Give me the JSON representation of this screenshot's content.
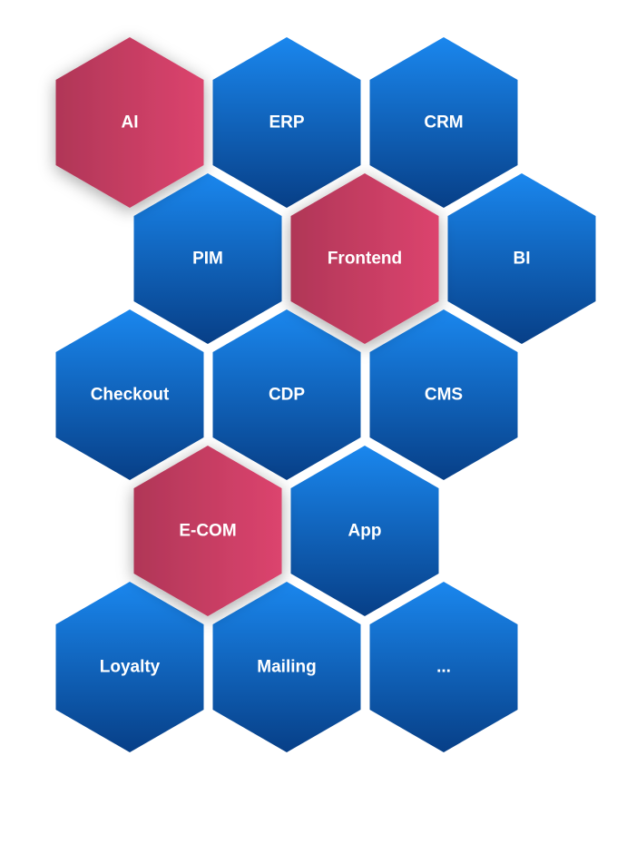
{
  "colors": {
    "blue_top": "#1A87EE",
    "blue_bottom": "#073F87",
    "pink_left": "#B03657",
    "pink_right": "#DC446E",
    "label": "#FFFFFF",
    "background": "#FFFFFF"
  },
  "hexagons": [
    {
      "id": "ai",
      "label": "AI",
      "style": "highlight",
      "row": 0,
      "col": 0
    },
    {
      "id": "erp",
      "label": "ERP",
      "style": "standard",
      "row": 0,
      "col": 1
    },
    {
      "id": "crm",
      "label": "CRM",
      "style": "standard",
      "row": 0,
      "col": 2
    },
    {
      "id": "pim",
      "label": "PIM",
      "style": "standard",
      "row": 1,
      "col": 0
    },
    {
      "id": "frontend",
      "label": "Frontend",
      "style": "highlight",
      "row": 1,
      "col": 1
    },
    {
      "id": "bi",
      "label": "BI",
      "style": "standard",
      "row": 1,
      "col": 2
    },
    {
      "id": "checkout",
      "label": "Checkout",
      "style": "standard",
      "row": 2,
      "col": 0
    },
    {
      "id": "cdp",
      "label": "CDP",
      "style": "standard",
      "row": 2,
      "col": 1
    },
    {
      "id": "cms",
      "label": "CMS",
      "style": "standard",
      "row": 2,
      "col": 2
    },
    {
      "id": "ecom",
      "label": "E-COM",
      "style": "highlight",
      "row": 3,
      "col": 0
    },
    {
      "id": "app",
      "label": "App",
      "style": "standard",
      "row": 3,
      "col": 1
    },
    {
      "id": "loyalty",
      "label": "Loyalty",
      "style": "standard",
      "row": 4,
      "col": 0
    },
    {
      "id": "mailing",
      "label": "Mailing",
      "style": "standard",
      "row": 4,
      "col": 1
    },
    {
      "id": "more",
      "label": "...",
      "style": "standard",
      "row": 4,
      "col": 2
    }
  ]
}
